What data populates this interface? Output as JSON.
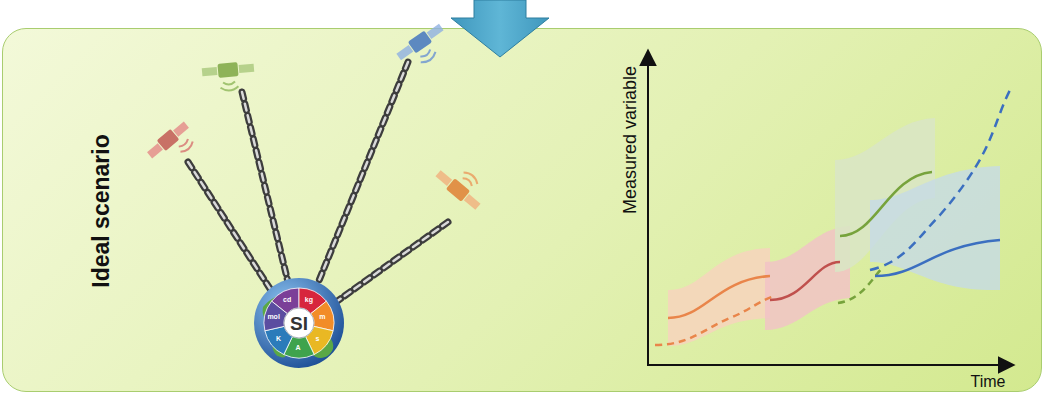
{
  "diagram": {
    "nodes": [
      {
        "text": [
          "Ideal scenario"
        ]
      },
      {
        "text": [
          "SI"
        ],
        "in": 0
      }
    ],
    "labels": [
      "Measured variable",
      "Time",
      "cd",
      "kg",
      "m",
      "s",
      "A",
      "K",
      "mol"
    ]
  }
}
